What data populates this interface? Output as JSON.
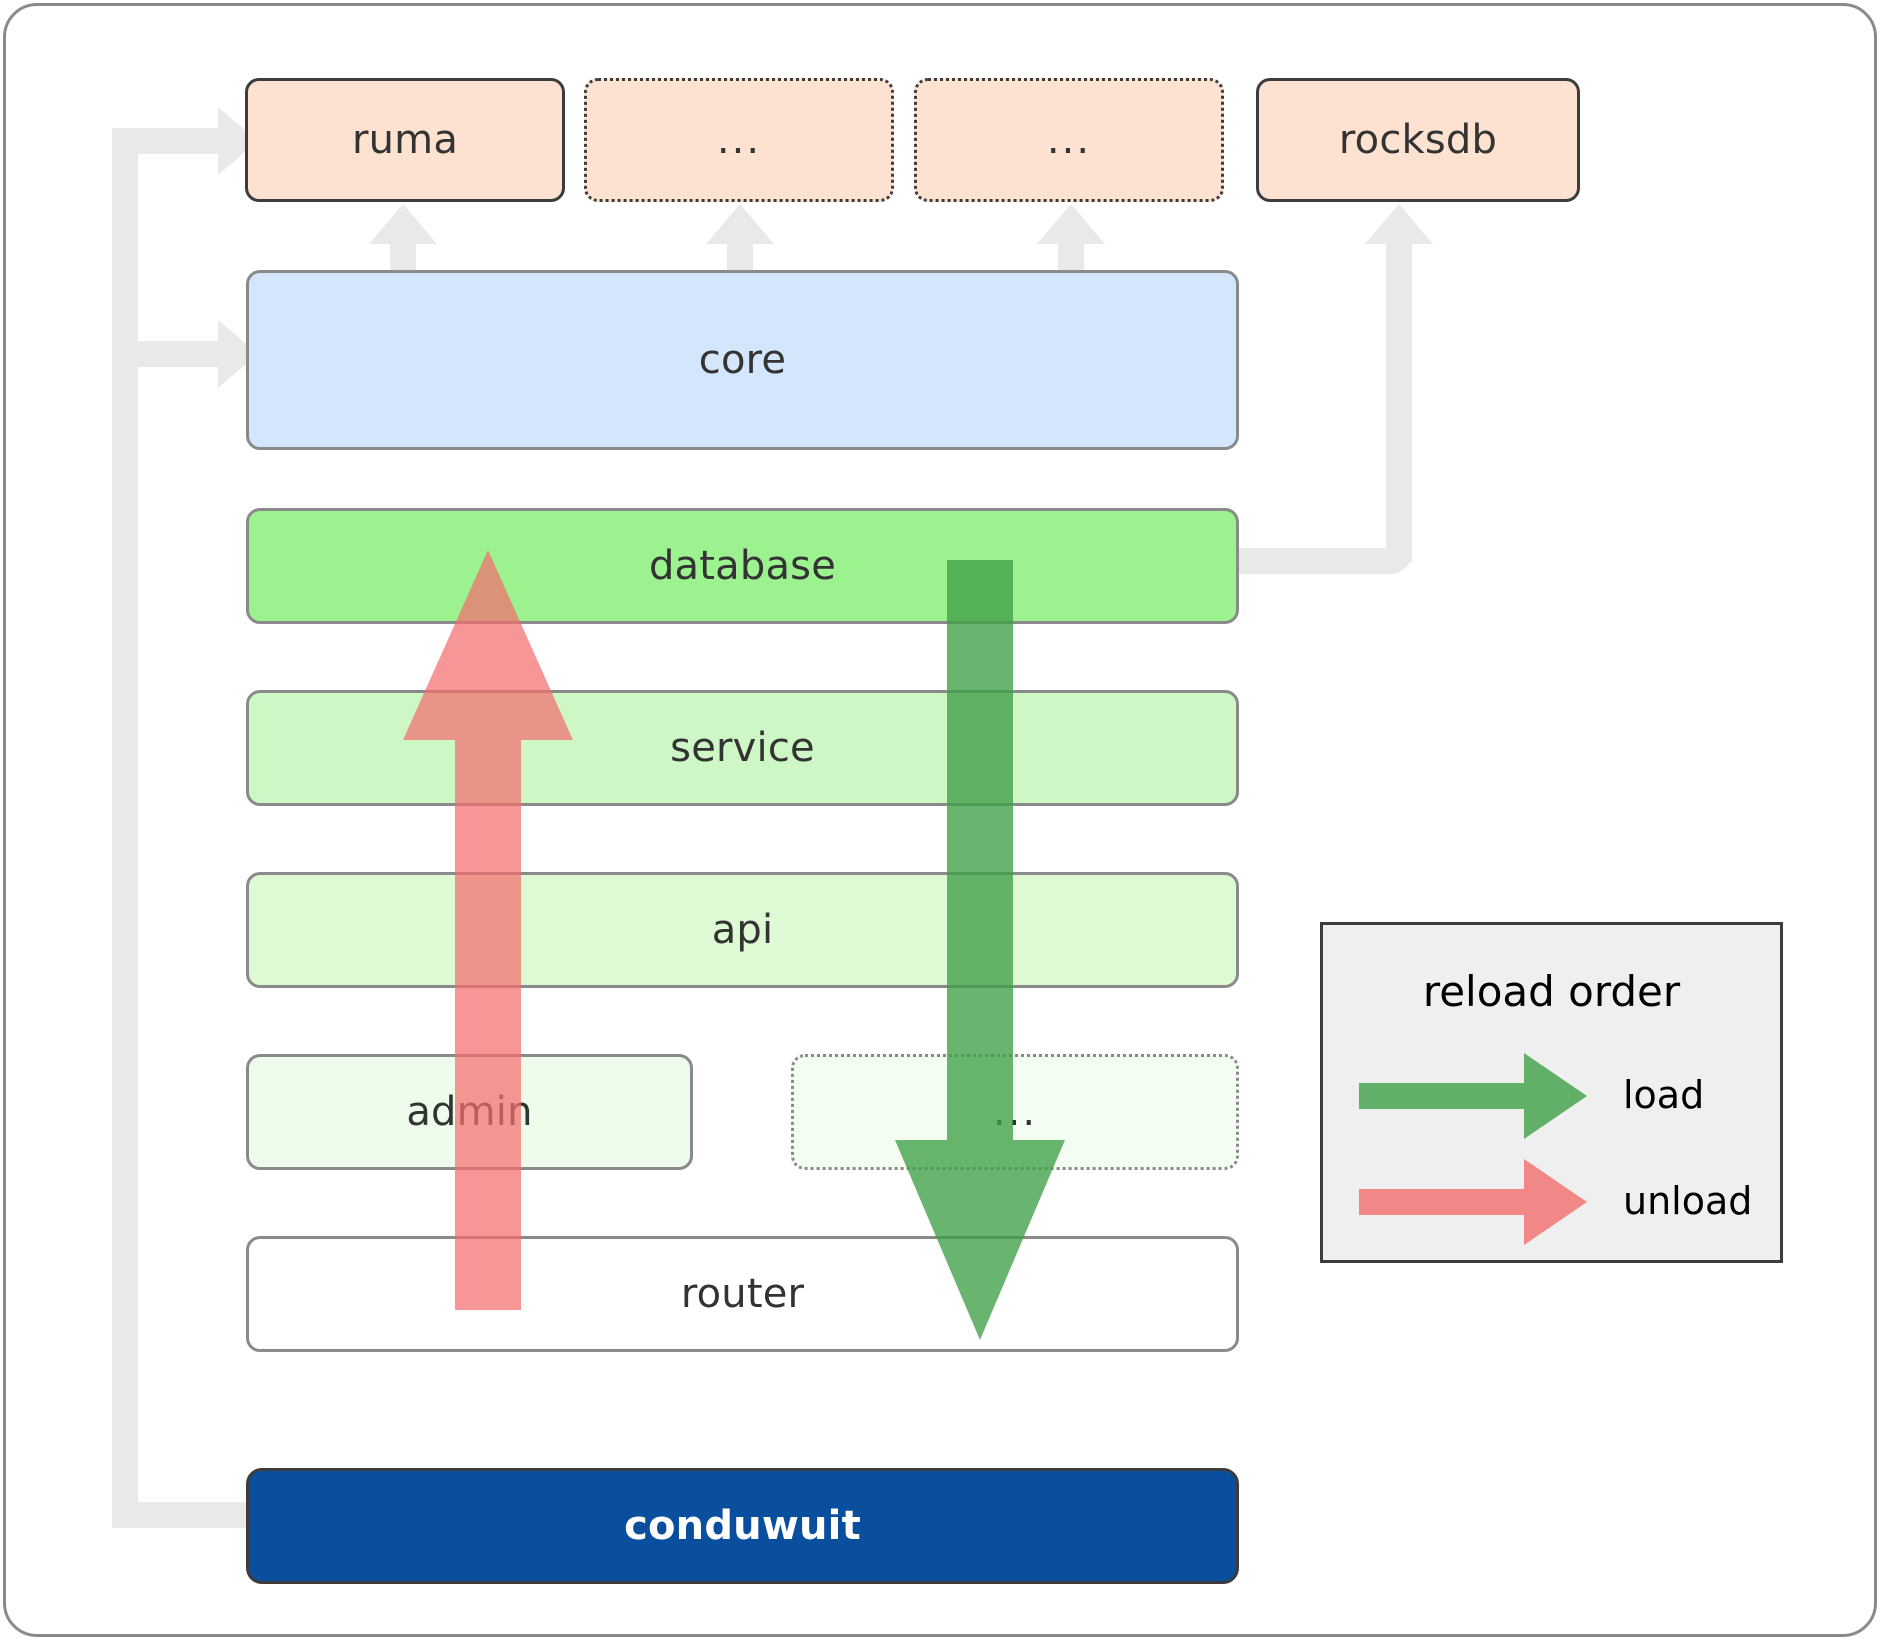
{
  "diagram": {
    "title": "conduwuit crate layering / reload order",
    "colors": {
      "dep_fill": "#fde2d2",
      "core_fill": "#d4e6fb",
      "database_fill": "#9bf28f",
      "service_fill": "#cdf7c4",
      "api_fill": "#ddfad5",
      "admin_fill": "#eefdeb",
      "router_fill": "#ffffff",
      "app_fill": "#0a4f9e",
      "wire_grey": "#e9e9e9",
      "load_green": "#4caf50",
      "unload_red": "#f26d6d",
      "border_dark": "#3c3c3c",
      "border_grey": "#8a8a8a",
      "legend_bg": "#efefef"
    },
    "dependencies": [
      {
        "id": "ruma",
        "label": "ruma",
        "style": "solid"
      },
      {
        "id": "dep-dots-1",
        "label": "...",
        "style": "dotted"
      },
      {
        "id": "dep-dots-2",
        "label": "...",
        "style": "dotted"
      },
      {
        "id": "rocksdb",
        "label": "rocksdb",
        "style": "solid"
      }
    ],
    "layers": [
      {
        "id": "core",
        "label": "core",
        "style": "solid"
      },
      {
        "id": "database",
        "label": "database",
        "style": "solid"
      },
      {
        "id": "service",
        "label": "service",
        "style": "solid"
      },
      {
        "id": "api",
        "label": "api",
        "style": "solid"
      },
      {
        "id": "admin",
        "label": "admin",
        "style": "solid"
      },
      {
        "id": "layer-dots",
        "label": "...",
        "style": "dotted"
      },
      {
        "id": "router",
        "label": "router",
        "style": "solid"
      }
    ],
    "application": {
      "id": "conduwuit",
      "label": "conduwuit"
    },
    "legend": {
      "title": "reload order",
      "entries": [
        {
          "id": "load",
          "label": "load",
          "color": "#4caf50"
        },
        {
          "id": "unload",
          "label": "unload",
          "color": "#f26d6d"
        }
      ]
    },
    "flows": [
      {
        "id": "unload-flow",
        "direction": "up",
        "color": "#f26d6d",
        "from": "router",
        "to": "database"
      },
      {
        "id": "load-flow",
        "direction": "down",
        "color": "#4caf50",
        "from": "database",
        "to": "router"
      }
    ]
  }
}
